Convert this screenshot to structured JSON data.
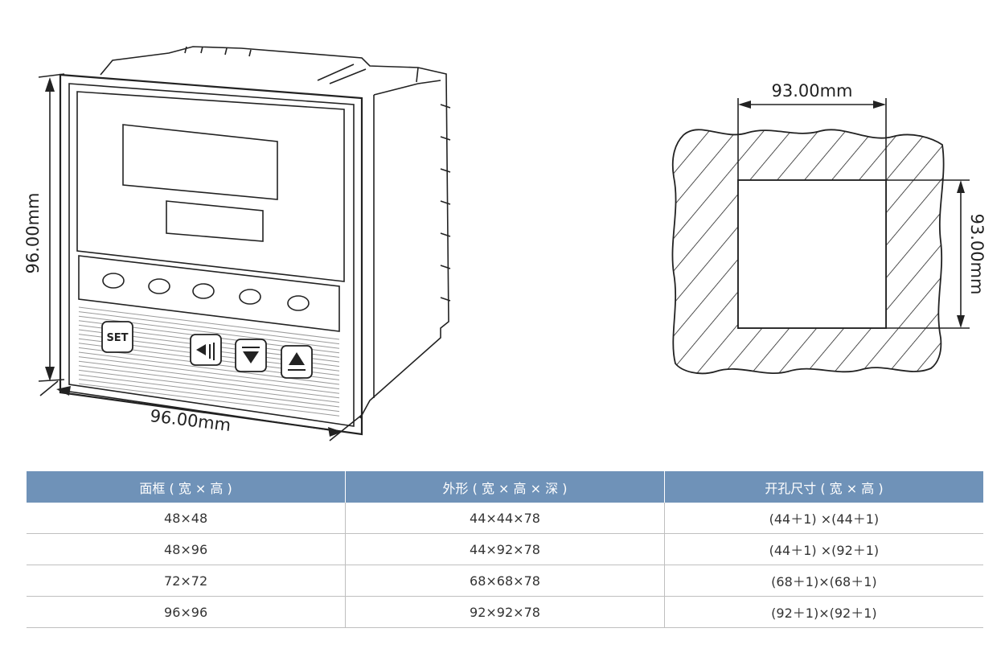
{
  "device_drawing": {
    "width_dim": "96.00mm",
    "height_dim": "96.00mm",
    "set_key_label": "SET",
    "buttons": [
      "shift-left-key",
      "down-arrow-key",
      "up-arrow-key"
    ]
  },
  "cutout_drawing": {
    "width_dim": "93.00mm",
    "height_dim": "93.00mm"
  },
  "table": {
    "headers": [
      "面框 ( 宽 × 高 )",
      "外形 ( 宽 × 高 × 深 )",
      "开孔尺寸 ( 宽 × 高 )"
    ],
    "rows": [
      [
        "48×48",
        "44×44×78",
        "(44＋1) ×(44＋1)"
      ],
      [
        "48×96",
        "44×92×78",
        "(44＋1) ×(92＋1)"
      ],
      [
        "72×72",
        "68×68×78",
        "(68＋1)×(68＋1)"
      ],
      [
        "96×96",
        "92×92×78",
        "(92＋1)×(92＋1)"
      ]
    ]
  },
  "colors": {
    "header_bg": "#6f92b8",
    "header_text": "#ffffff",
    "line": "#222222",
    "row_border": "#bfbfbf"
  }
}
